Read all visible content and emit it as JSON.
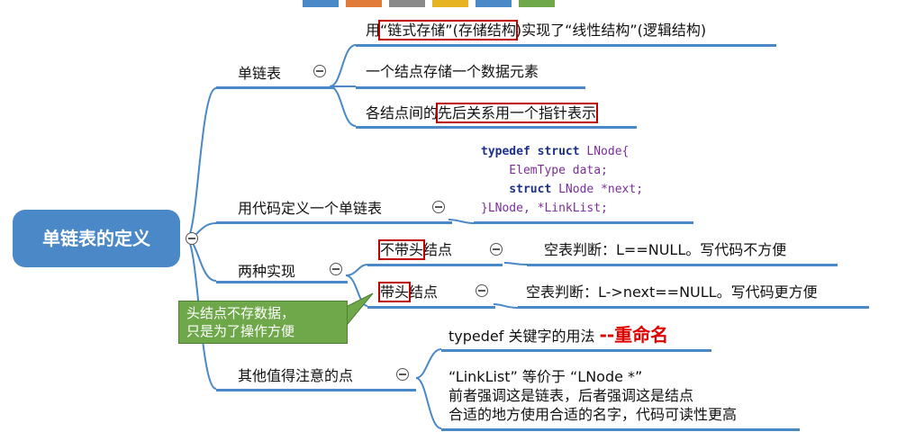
{
  "root": {
    "label": "单链表的定义"
  },
  "branches": {
    "single_list": {
      "label": "单链表",
      "items": [
        {
          "pre": "用",
          "hl": "“链式存储”(存储结构",
          "post": ")实现了“线性结构”(逻辑结构)"
        },
        {
          "text": "一个结点存储一个数据元素"
        },
        {
          "pre": "各结点间的",
          "hl": "先后关系用一个指针表示",
          "post": ""
        }
      ]
    },
    "code_def": {
      "label": "用代码定义一个单链表",
      "code": {
        "l1_kw": "typedef struct",
        "l1_rest": " LNode{",
        "l2": "    ElemType data;",
        "l3_kw": "    struct",
        "l3_rest": " LNode *next;",
        "l4": "}LNode, *LinkList;"
      }
    },
    "two_impl": {
      "label": "两种实现",
      "no_head": {
        "hl": "不带头",
        "post": "结点",
        "desc": "空表判断：L==NULL。写代码不方便"
      },
      "with_head": {
        "hl": "带头",
        "post": "结点",
        "desc": "空表判断：L->next==NULL。写代码更方便"
      },
      "callout": {
        "line1": "头结点不存数据，",
        "line2": "只是为了操作方便"
      }
    },
    "notes": {
      "label": "其他值得注意的点",
      "typedef": {
        "text": "typedef 关键字的用法",
        "emph": "--重命名"
      },
      "lines": [
        "“LinkList” 等价于 “LNode *”",
        "前者强调这是链表，后者强调这是结点",
        "合适的地方使用合适的名字，代码可读性更高"
      ]
    }
  },
  "colors": {
    "topic": "#4a88c7",
    "branch_line": "#4a88c7",
    "highlight_box": "#c00000",
    "callout": "#6fa84a",
    "emphasis": "#e00000",
    "code_keyword": "#1d2f8a",
    "code_text": "#7a2d9a"
  }
}
